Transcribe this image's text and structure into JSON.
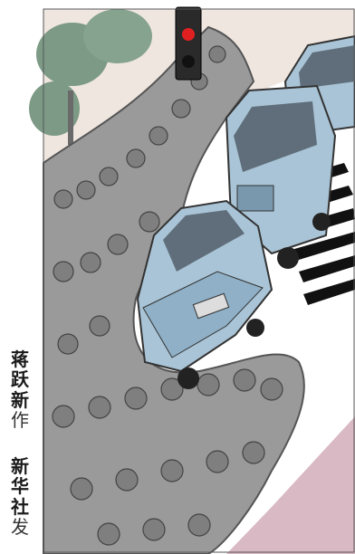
{
  "credits": {
    "artist": {
      "name": "蒋跃新",
      "suffix": "作"
    },
    "agency": {
      "name": "新华社",
      "suffix": "发"
    }
  },
  "colors": {
    "crowd": "#9a9a9a",
    "crowd_dark": "#6e6e6e",
    "car": "#a9c4d6",
    "car_dark": "#7a98ad",
    "window": "#5f6e7a",
    "road": "#ffffff",
    "sidewalk": "#efe6df",
    "plaza": "#d9b9c4",
    "tree": "#7c9a86",
    "signal_red": "#e02020",
    "ink": "#1a1a1a"
  },
  "traffic_light": {
    "state": "red"
  }
}
